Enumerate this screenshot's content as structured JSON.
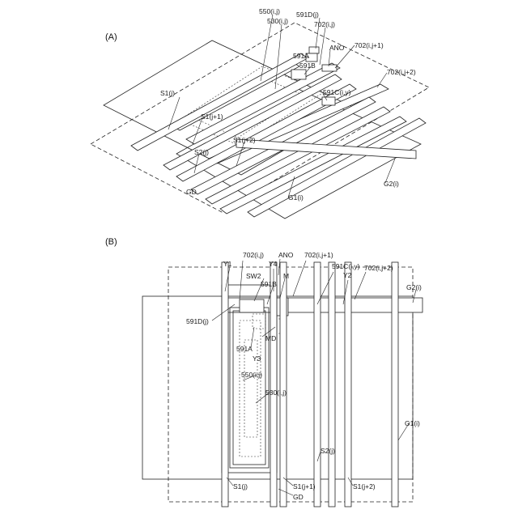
{
  "panels": {
    "a": {
      "panel_label": "(A)",
      "labels": {
        "l550": "550(i,j)",
        "l530": "530(i,j)",
        "l591D": "591D(j)",
        "l702a": "702(i,j)",
        "lANO": "ANO",
        "l702b": "702(i,j+1)",
        "l591A": "591A",
        "l591B": "591B",
        "l702c": "702(i,j+2)",
        "lS1a": "S1(j)",
        "l591C": "591C(i,y)",
        "lS1b": "S1(j+1)",
        "lS1c": "S1(j+2)",
        "lS2": "S2(j)",
        "lGD": "GD",
        "lG2": "G2(i)",
        "lG1": "G1(i)"
      }
    },
    "b": {
      "panel_label": "(B)",
      "labels": {
        "lY1": "Y1",
        "l702a": "702(i,j)",
        "lY4": "Y4",
        "lANO": "ANO",
        "l702b": "702(i,j+1)",
        "l591C": "591C(i,y)",
        "lY2": "Y2",
        "l702c": "702(i,j+2)",
        "lSW2": "SW2",
        "l591B": "591B",
        "lM": "M",
        "lG2": "G2(i)",
        "l591D": "591D(j)",
        "lMD": "MD",
        "l591A": "591A",
        "lY3": "Y3",
        "l550": "550(i,j)",
        "l530": "530(i,j)",
        "lG1": "G1(i)",
        "lS2": "S2(j)",
        "lS1a": "S1(j)",
        "lS1b": "S1(j+1)",
        "lS1c": "S1(j+2)",
        "lGD": "GD"
      }
    }
  }
}
